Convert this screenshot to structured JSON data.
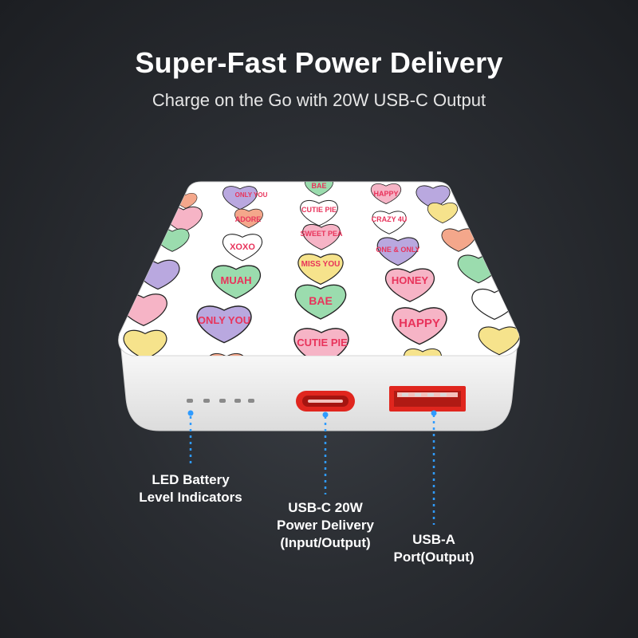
{
  "header": {
    "title": "Super-Fast Power Delivery",
    "subtitle": "Charge on the Go with 20W USB-C Output"
  },
  "hearts": {
    "row1": [
      "ONLY YOU",
      "BAE",
      "HAPPY"
    ],
    "row2": [
      "ADORE",
      "CUTIE PIE",
      "CRAZY 4U"
    ],
    "row3": [
      "XOXO",
      "SWEET PEA",
      "ONE & ONLY"
    ],
    "row4": [
      "MUAH",
      "MISS YOU",
      "HONEY"
    ],
    "row5": [
      "ONLY YOU",
      "BAE",
      "HAPPY"
    ],
    "row6": [
      "CUTIE PIE"
    ]
  },
  "callouts": {
    "led": [
      "LED Battery",
      "Level Indicators"
    ],
    "usbc": [
      "USB-C 20W",
      "Power Delivery",
      "(Input/Output)"
    ],
    "usba": [
      "USB-A",
      "Port(Output)"
    ]
  },
  "colors": {
    "heart_purple": "#b9a8df",
    "heart_pink": "#f6b4c6",
    "heart_yellow": "#f6e38c",
    "heart_green": "#9bdcae",
    "heart_orange": "#f4a78b",
    "heart_white": "#ffffff",
    "heart_text": "#e8335b",
    "port_red": "#e0261e",
    "callout_line": "#2f9bff"
  }
}
